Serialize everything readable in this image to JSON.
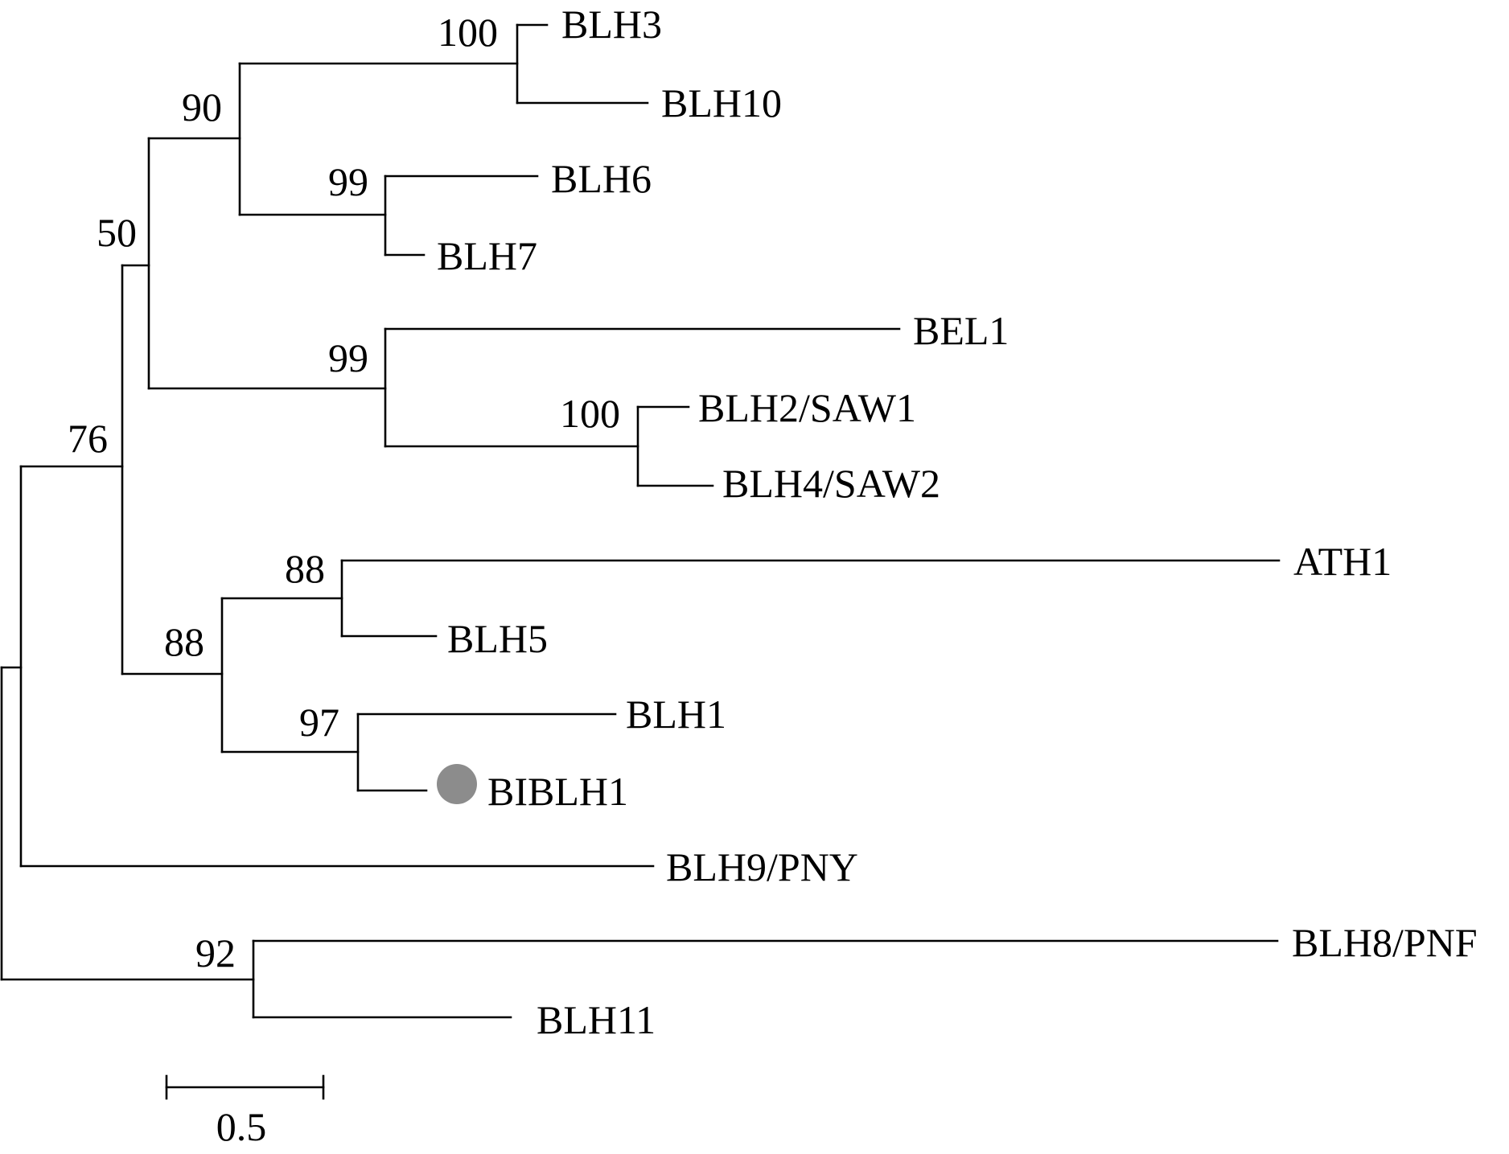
{
  "tree": {
    "leaves": [
      {
        "id": "blh3",
        "label": "BLH3"
      },
      {
        "id": "blh10",
        "label": "BLH10"
      },
      {
        "id": "blh6",
        "label": "BLH6"
      },
      {
        "id": "blh7",
        "label": "BLH7"
      },
      {
        "id": "bel1",
        "label": "BEL1"
      },
      {
        "id": "blh2",
        "label": "BLH2/SAW1"
      },
      {
        "id": "blh4",
        "label": "BLH4/SAW2"
      },
      {
        "id": "ath1",
        "label": "ATH1"
      },
      {
        "id": "blh5",
        "label": "BLH5"
      },
      {
        "id": "blh1",
        "label": "BLH1"
      },
      {
        "id": "biblh1",
        "label": "BIBLH1",
        "highlight": true
      },
      {
        "id": "blh9",
        "label": "BLH9/PNY"
      },
      {
        "id": "blh8",
        "label": "BLH8/PNF"
      },
      {
        "id": "blh11",
        "label": "BLH11"
      }
    ],
    "support_values": [
      {
        "id": "n-blh3-blh10",
        "label": "100"
      },
      {
        "id": "n-blh6-blh7",
        "label": "99"
      },
      {
        "id": "n-blh3-blh7",
        "label": "90"
      },
      {
        "id": "n-blh2-blh4",
        "label": "100"
      },
      {
        "id": "n-bel1-blh4",
        "label": "99"
      },
      {
        "id": "n-blh3-blh4",
        "label": "50"
      },
      {
        "id": "n-ath1-blh5",
        "label": "88"
      },
      {
        "id": "n-blh1-biblh1",
        "label": "97"
      },
      {
        "id": "n-ath1-biblh1",
        "label": "88"
      },
      {
        "id": "n-blh3-biblh1",
        "label": "76"
      },
      {
        "id": "n-blh8-blh11",
        "label": "92"
      }
    ],
    "scale_bar": {
      "label": "0.5",
      "value": 0.5
    },
    "highlight_color": "#8c8c8c",
    "line_color": "#000000"
  }
}
